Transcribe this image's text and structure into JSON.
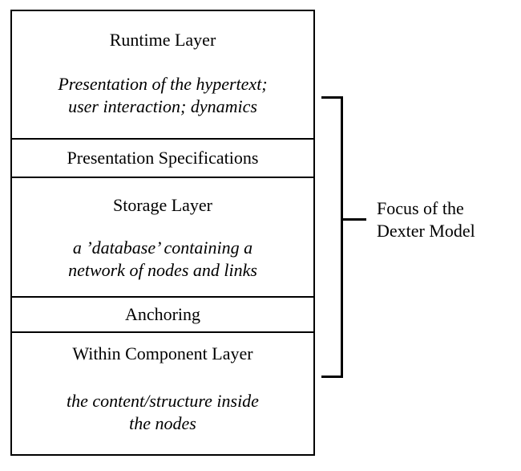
{
  "diagram": {
    "layers": [
      {
        "title": "Runtime Layer",
        "description_lines": [
          "Presentation of the hypertext;",
          "user interaction; dynamics"
        ]
      },
      {
        "title": "Presentation Specifications",
        "description_lines": []
      },
      {
        "title": "Storage Layer",
        "description_lines": [
          "a ’database’ containing a",
          "network of nodes and links"
        ]
      },
      {
        "title": "Anchoring",
        "description_lines": []
      },
      {
        "title": "Within Component Layer",
        "description_lines": [
          "the content/structure inside",
          "the nodes"
        ]
      }
    ],
    "bracket": {
      "label_lines": [
        "Focus of the",
        "Dexter Model"
      ]
    },
    "colors": {
      "line": "#000000",
      "text": "#000000",
      "background": "#ffffff"
    }
  }
}
